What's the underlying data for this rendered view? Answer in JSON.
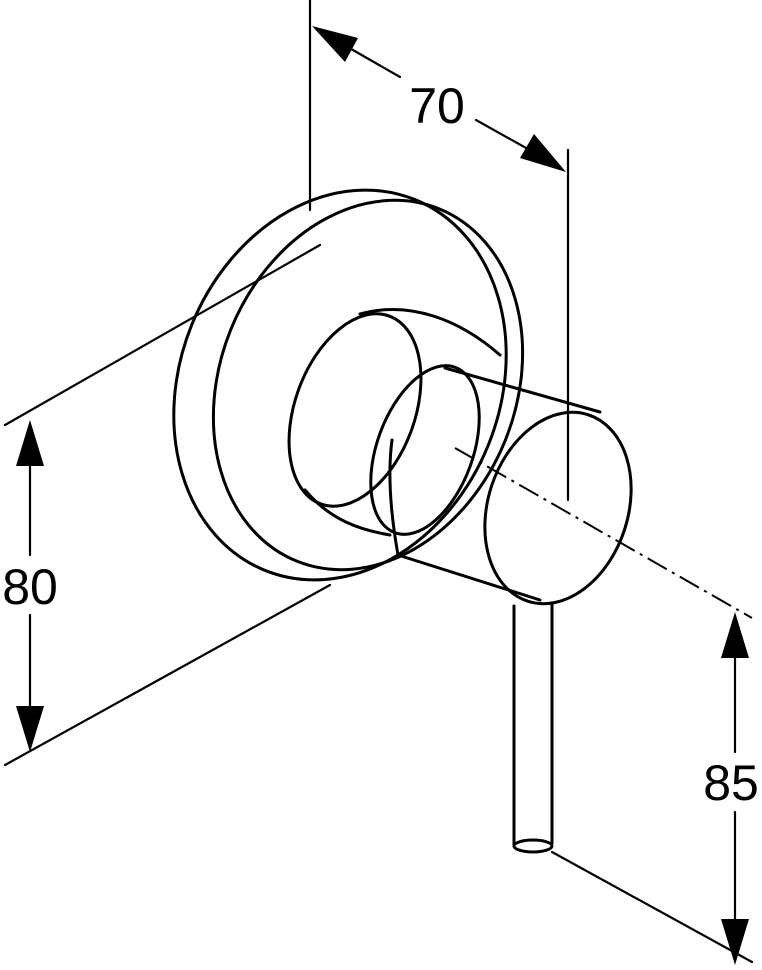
{
  "dimensions": {
    "depth": "70",
    "height": "80",
    "lever_drop": "85"
  }
}
